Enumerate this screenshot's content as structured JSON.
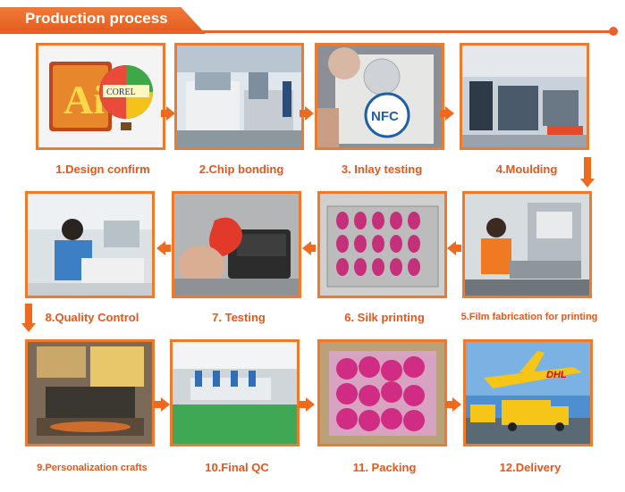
{
  "header": {
    "title": "Production process"
  },
  "steps": [
    {
      "label": "1.Design confirm",
      "logo_ai": "Ai",
      "logo_corel": "COREL"
    },
    {
      "label": "2.Chip bonding"
    },
    {
      "label": "3. Inlay testing",
      "nfc": "NFC"
    },
    {
      "label": "4.Moulding"
    },
    {
      "label": "8.Quality Control"
    },
    {
      "label": "7. Testing"
    },
    {
      "label": "6. Silk printing"
    },
    {
      "label": "5.Film fabrication for printing"
    },
    {
      "label": "9.Personalization crafts"
    },
    {
      "label": "10.Final QC"
    },
    {
      "label": "11. Packing"
    },
    {
      "label": "12.Delivery",
      "dhl": "DHL"
    }
  ]
}
